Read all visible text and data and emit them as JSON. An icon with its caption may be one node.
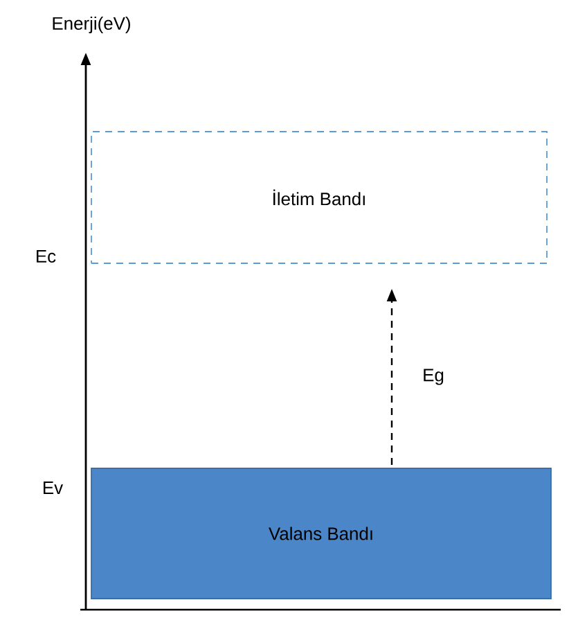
{
  "diagram": {
    "nodes": [
      {
        "text": [
          "İletim Bandı"
        ]
      },
      {
        "text": [
          "Valans Bandı"
        ]
      }
    ],
    "edges": [
      {
        "from": 1,
        "to": 0,
        "arrow": "to",
        "style": "dashed",
        "label": "Eg"
      }
    ],
    "labels": [
      "Enerji(eV)",
      "Ec",
      "Ev"
    ]
  }
}
